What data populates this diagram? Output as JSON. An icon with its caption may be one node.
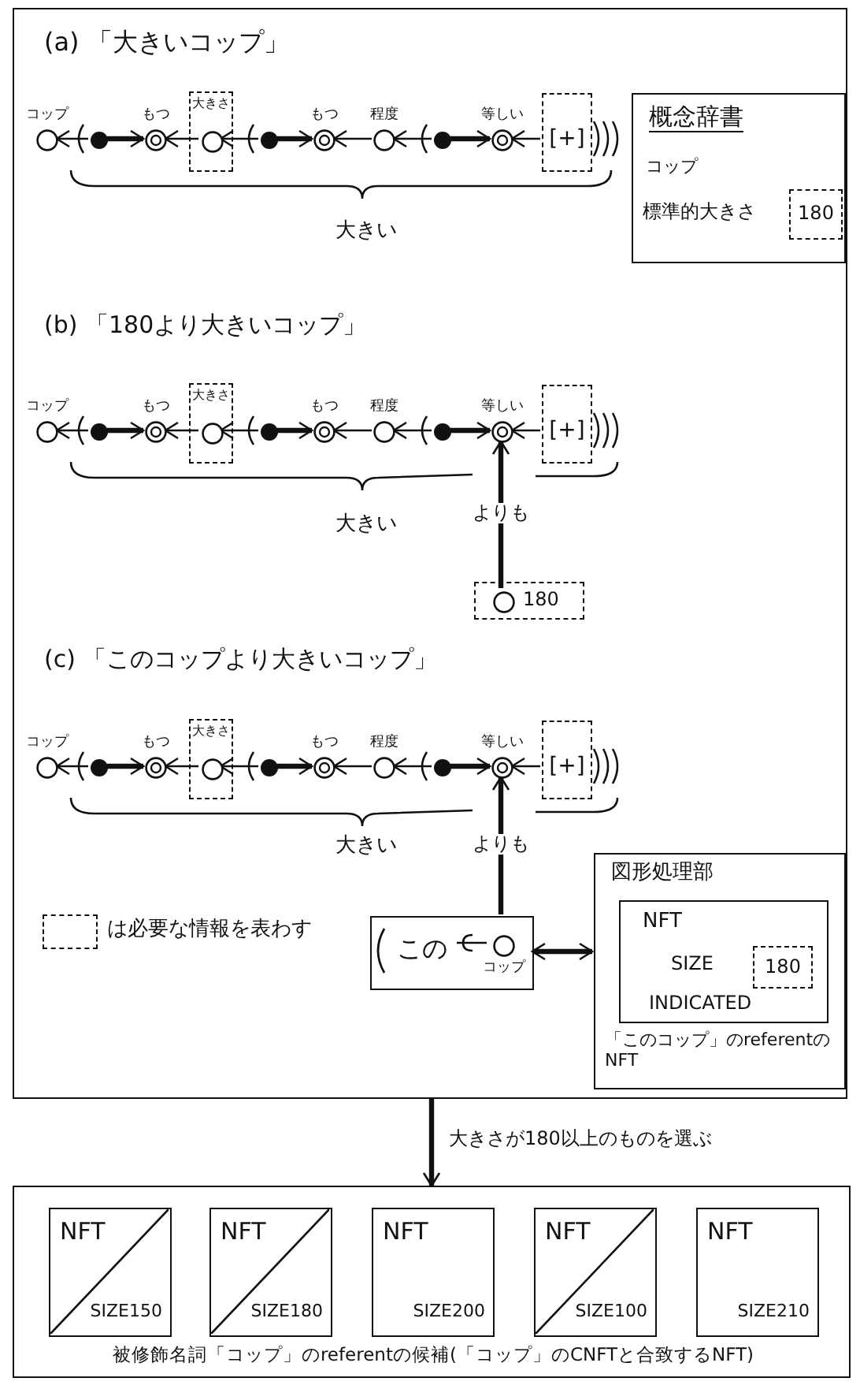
{
  "diagram": {
    "nodes": [
      {
        "text": [],
        "shape": "box"
      },
      {
        "text": [
          "コップ"
        ],
        "in": 0
      },
      {
        "text": [],
        "shape": "circle",
        "in": 0
      },
      {
        "text": [
          "もつ"
        ],
        "in": 0
      },
      {
        "text": [
          "大きさ"
        ],
        "in": 0
      },
      {
        "text": [],
        "shape": "circle",
        "in": 4
      },
      {
        "text": [],
        "shape": "circle",
        "in": 0
      },
      {
        "text": [
          "もつ"
        ],
        "in": 0
      },
      {
        "text": [
          "程度"
        ],
        "in": 0
      },
      {
        "text": [],
        "shape": "circle",
        "in": 0
      },
      {
        "text": [
          "等しい"
        ],
        "in": 0
      },
      {
        "text": [
          "[+]"
        ],
        "in": 0
      },
      {
        "text": [
          "概念辞書",
          "コップ",
          "標準的大きさ"
        ],
        "in": 0
      },
      {
        "text": [
          "180"
        ],
        "in": 12
      },
      {
        "text": [
          "コップ"
        ],
        "in": 0
      },
      {
        "text": [],
        "shape": "circle",
        "in": 0
      },
      {
        "text": [
          "もつ"
        ],
        "in": 0
      },
      {
        "text": [
          "大きさ"
        ],
        "in": 0
      },
      {
        "text": [],
        "shape": "circle",
        "in": 17
      },
      {
        "text": [],
        "shape": "circle",
        "in": 0
      },
      {
        "text": [
          "もつ"
        ],
        "in": 0
      },
      {
        "text": [
          "程度"
        ],
        "in": 0
      },
      {
        "text": [],
        "shape": "circle",
        "in": 0
      },
      {
        "text": [
          "等しい"
        ],
        "in": 0
      },
      {
        "text": [
          "[+]"
        ],
        "in": 0
      },
      {
        "text": [
          "180"
        ],
        "in": 0
      },
      {
        "text": [],
        "shape": "circle",
        "in": 25
      },
      {
        "text": [
          "コップ"
        ],
        "in": 0
      },
      {
        "text": [],
        "shape": "circle",
        "in": 0
      },
      {
        "text": [
          "もつ"
        ],
        "in": 0
      },
      {
        "text": [
          "大きさ"
        ],
        "in": 0
      },
      {
        "text": [],
        "shape": "circle",
        "in": 30
      },
      {
        "text": [],
        "shape": "circle",
        "in": 0
      },
      {
        "text": [
          "もつ"
        ],
        "in": 0
      },
      {
        "text": [
          "程度"
        ],
        "in": 0
      },
      {
        "text": [],
        "shape": "circle",
        "in": 0
      },
      {
        "text": [
          "等しい"
        ],
        "in": 0
      },
      {
        "text": [
          "[+]"
        ],
        "in": 0
      },
      {
        "text": [
          "この"
        ],
        "in": 0
      },
      {
        "text": [
          "コップ"
        ],
        "in": 38
      },
      {
        "text": [
          "図形処理部",
          "「このコップ」のreferentのNFT"
        ],
        "in": 0
      },
      {
        "text": [
          "NFT",
          "SIZE",
          "INDICATED"
        ],
        "in": 40
      },
      {
        "text": [
          "180"
        ],
        "in": 41
      },
      {
        "text": [
          "被修飾名詞「コップ」のreferentの候補(「コップ」のCNFTと合致するNFT)"
        ]
      },
      {
        "text": [
          "NFT",
          "SIZE150"
        ],
        "in": 43
      },
      {
        "text": [
          "NFT",
          "SIZE180"
        ],
        "in": 43
      },
      {
        "text": [
          "NFT",
          "SIZE200"
        ],
        "in": 43
      },
      {
        "text": [
          "NFT",
          "SIZE100"
        ],
        "in": 43
      },
      {
        "text": [
          "NFT",
          "SIZE210"
        ],
        "in": 43
      }
    ],
    "edges": [
      {
        "from": 2,
        "to": 1,
        "arrow": "to"
      },
      {
        "from": 2,
        "to": 3,
        "arrow": "to",
        "style": "thick"
      },
      {
        "from": 5,
        "to": 3,
        "arrow": "to"
      },
      {
        "from": 6,
        "to": 5,
        "arrow": "to"
      },
      {
        "from": 6,
        "to": 7,
        "arrow": "to",
        "style": "thick"
      },
      {
        "from": 8,
        "to": 7,
        "arrow": "to"
      },
      {
        "from": 9,
        "to": 8,
        "arrow": "to"
      },
      {
        "from": 9,
        "to": 10,
        "arrow": "to",
        "style": "thick"
      },
      {
        "from": 11,
        "to": 10,
        "arrow": "to"
      },
      {
        "from": 15,
        "to": 14,
        "arrow": "to"
      },
      {
        "from": 15,
        "to": 16,
        "arrow": "to",
        "style": "thick"
      },
      {
        "from": 18,
        "to": 16,
        "arrow": "to"
      },
      {
        "from": 19,
        "to": 18,
        "arrow": "to"
      },
      {
        "from": 19,
        "to": 20,
        "arrow": "to",
        "style": "thick"
      },
      {
        "from": 21,
        "to": 20,
        "arrow": "to"
      },
      {
        "from": 22,
        "to": 21,
        "arrow": "to"
      },
      {
        "from": 22,
        "to": 23,
        "arrow": "to",
        "style": "thick"
      },
      {
        "from": 24,
        "to": 23,
        "arrow": "to"
      },
      {
        "from": 26,
        "to": 23,
        "arrow": "to",
        "style": "thick",
        "label": "よりも"
      },
      {
        "from": 28,
        "to": 27,
        "arrow": "to"
      },
      {
        "from": 28,
        "to": 29,
        "arrow": "to",
        "style": "thick"
      },
      {
        "from": 31,
        "to": 29,
        "arrow": "to"
      },
      {
        "from": 32,
        "to": 31,
        "arrow": "to"
      },
      {
        "from": 32,
        "to": 33,
        "arrow": "to",
        "style": "thick"
      },
      {
        "from": 34,
        "to": 33,
        "arrow": "to"
      },
      {
        "from": 35,
        "to": 34,
        "arrow": "to"
      },
      {
        "from": 35,
        "to": 36,
        "arrow": "to",
        "style": "thick"
      },
      {
        "from": 37,
        "to": 36,
        "arrow": "to"
      },
      {
        "from": 38,
        "to": 36,
        "arrow": "to",
        "style": "thick",
        "label": "よりも"
      },
      {
        "from": 38,
        "to": 40,
        "arrow": "both",
        "style": "thick"
      },
      {
        "from": 0,
        "to": 43,
        "arrow": "to",
        "style": "thick",
        "label": "大きさが180以上のものを選ぶ"
      }
    ],
    "labels": [
      "(a) 「大きいコップ」",
      "大きい",
      "(b) 「180より大きいコップ」",
      "大きい",
      "(c) 「このコップより大きいコップ」",
      "大きい"
    ],
    "legend": [
      {
        "text": "は必要な情報を表わす"
      }
    ]
  }
}
